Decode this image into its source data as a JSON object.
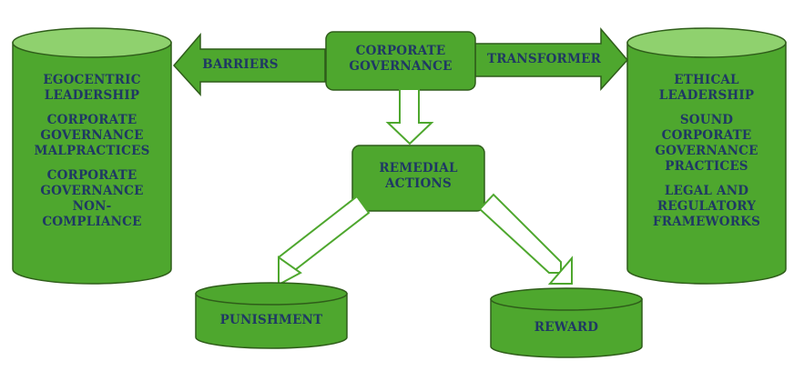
{
  "center": {
    "line1": "CORPORATE",
    "line2": "GOVERNANCE"
  },
  "arrows": {
    "left_label": "BARRIERS",
    "right_label": "TRANSFORMER"
  },
  "left_cylinder": {
    "items": [
      {
        "lines": [
          "EGOCENTRIC",
          "LEADERSHIP"
        ]
      },
      {
        "lines": [
          "CORPORATE",
          "GOVERNANCE",
          "MALPRACTICES"
        ]
      },
      {
        "lines": [
          "CORPORATE",
          "GOVERNANCE",
          "NON-",
          "COMPLIANCE"
        ]
      }
    ]
  },
  "right_cylinder": {
    "items": [
      {
        "lines": [
          "ETHICAL",
          "LEADERSHIP"
        ]
      },
      {
        "lines": [
          "SOUND",
          "CORPORATE",
          "GOVERNANCE",
          "PRACTICES"
        ]
      },
      {
        "lines": [
          "LEGAL AND",
          "REGULATORY",
          "FRAMEWORKS"
        ]
      }
    ]
  },
  "remedial": {
    "line1": "REMEDIAL",
    "line2": "ACTIONS"
  },
  "outcomes": {
    "punishment": "PUNISHMENT",
    "reward": "REWARD"
  },
  "colors": {
    "fill": "#4ea72e",
    "top": "#8fd16e",
    "stroke": "#2f5d1a",
    "text": "#1f3864"
  }
}
